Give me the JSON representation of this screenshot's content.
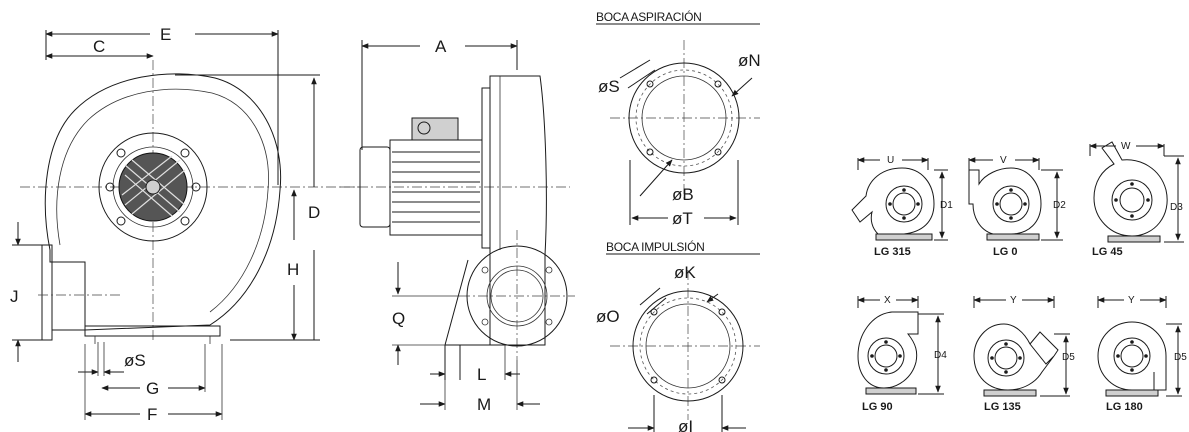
{
  "dimensions": {
    "front": {
      "C": "C",
      "E": "E",
      "D": "D",
      "H": "H",
      "J": "J",
      "S": "øS",
      "G": "G",
      "F": "F"
    },
    "side": {
      "A": "A",
      "Q": "Q",
      "L": "L",
      "M": "M"
    }
  },
  "boca_aspiracion": {
    "title": "BOCA ASPIRACIÓN",
    "S": "øS",
    "N": "øN",
    "B": "øB",
    "T": "øT"
  },
  "boca_impulsion": {
    "title": "BOCA IMPULSIÓN",
    "K": "øK",
    "O": "øO",
    "I": "øI"
  },
  "orientations": [
    {
      "caption": "LG 315",
      "width_label": "U",
      "height_label": "D1"
    },
    {
      "caption": "LG 0",
      "width_label": "V",
      "height_label": "D2"
    },
    {
      "caption": "LG 45",
      "width_label": "W",
      "height_label": "D3"
    },
    {
      "caption": "LG 90",
      "width_label": "X",
      "height_label": "D4"
    },
    {
      "caption": "LG 135",
      "width_label": "Y",
      "height_label": "D5"
    },
    {
      "caption": "LG 180",
      "width_label": "Y",
      "height_label": "D5"
    }
  ]
}
